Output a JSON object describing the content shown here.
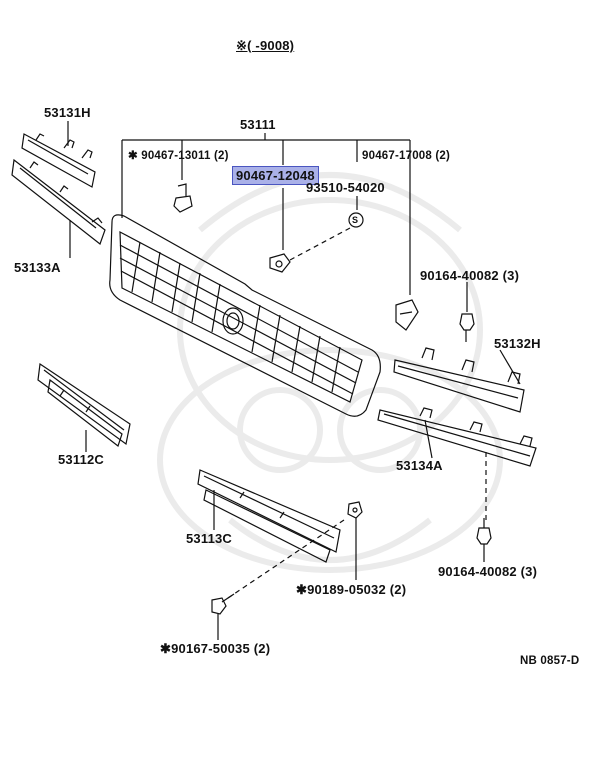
{
  "header": {
    "note": "※(      -9008)"
  },
  "watermark": {
    "name": "toyota-style-emblem-watermark"
  },
  "parts": {
    "p53131H": "53131H",
    "p53133A": "53133A",
    "p53111": "53111",
    "p90467_13011": "✱ 90467-13011 (2)",
    "p90467_12048": "90467-12048",
    "p93510_54020": "93510-54020",
    "p90467_17008": "90467-17008 (2)",
    "p90164_40082_a": "90164-40082 (3)",
    "p53132H": "53132H",
    "p53112C": "53112C",
    "p53134A": "53134A",
    "p53113C": "53113C",
    "p90189_05032": "✱90189-05032 (2)",
    "p90164_40082_b": "90164-40082 (3)",
    "p90167_50035": "✱90167-50035 (2)",
    "code": "NB 0857-D",
    "s_marker": "S"
  },
  "colors": {
    "line": "#111111",
    "highlight": "#aab1e8",
    "highlight_border": "#4a55c0",
    "watermark": "#ececec"
  }
}
